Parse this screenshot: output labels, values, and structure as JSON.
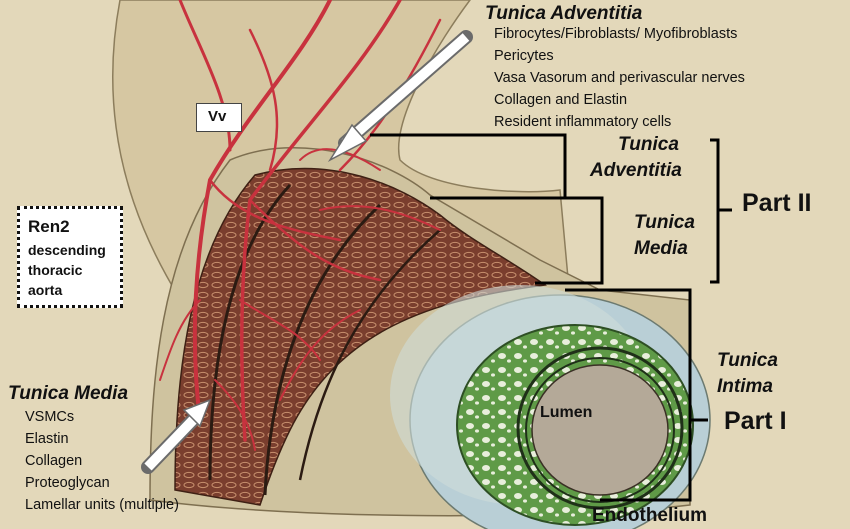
{
  "labels": {
    "vv": "Vv",
    "ren2": [
      "Ren2",
      "descending",
      "thoracic",
      "aorta"
    ],
    "adventitia_header": "Tunica Adventitia",
    "adventitia_items": [
      "Fibrocytes/Fibroblasts/ Myofibroblasts",
      "Pericytes",
      "Vasa Vasorum and perivascular nerves",
      "Collagen and Elastin",
      "Resident inflammatory cells"
    ],
    "bracket_adventitia": [
      "Tunica",
      "Adventitia"
    ],
    "bracket_media": [
      "Tunica",
      "Media"
    ],
    "part2": "Part II",
    "intima": [
      "Tunica",
      "Intima"
    ],
    "part1": "Part I",
    "lumen": "Lumen",
    "endothelium": "Endothelium",
    "media_header": "Tunica Media",
    "media_items": [
      "VSMCs",
      "Elastin",
      "Collagen",
      "Proteoglycan",
      "Lamellar units (multiple)"
    ]
  },
  "colors": {
    "paper": "#e7dcc0",
    "media_brown": "#7a3e2e",
    "vessels": "#c8323e",
    "intima_green": "#5f9a47",
    "adventitia_blue": "#b9cfd6"
  }
}
